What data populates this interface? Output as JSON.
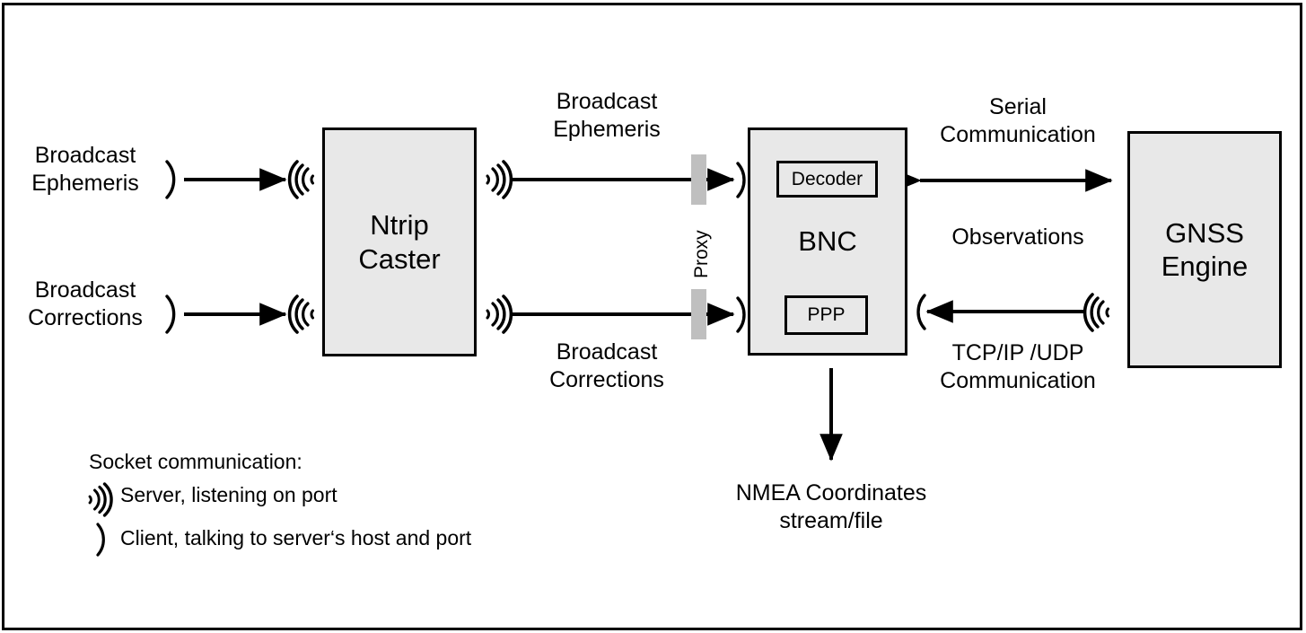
{
  "diagram": {
    "title": "BNC Ntrip Caster GNSS dataflow diagram",
    "colors": {
      "box_fill": "#e8e8e8",
      "box_stroke": "#000000",
      "proxy_bar": "#bfbfbf",
      "background": "#ffffff",
      "text": "#000000"
    }
  },
  "nodes": {
    "ntrip_caster": {
      "line1": "Ntrip",
      "line2": "Caster"
    },
    "bnc": {
      "label": "BNC",
      "decoder": "Decoder",
      "ppp": "PPP"
    },
    "gnss_engine": {
      "line1": "GNSS",
      "line2": "Engine"
    }
  },
  "inputs": {
    "ephemeris": {
      "line1": "Broadcast",
      "line2": "Ephemeris"
    },
    "corrections": {
      "line1": "Broadcast",
      "line2": "Corrections"
    }
  },
  "flows": {
    "caster_to_bnc_top": {
      "line1": "Broadcast",
      "line2": "Ephemeris"
    },
    "caster_to_bnc_bottom": {
      "line1": "Broadcast",
      "line2": "Corrections"
    },
    "proxy": "Proxy",
    "serial": {
      "line1": "Serial",
      "line2": "Communication"
    },
    "observations": "Observations",
    "tcpip": {
      "line1": "TCP/IP /UDP",
      "line2": "Communication"
    },
    "nmea": {
      "line1": "NMEA Coordinates",
      "line2": "stream/file"
    }
  },
  "legend": {
    "title": "Socket communication:",
    "server": "Server, listening on port",
    "client": "Client, talking to server‘s host and port"
  },
  "icons": {
    "signal_right": "signal-right-icon",
    "signal_left": "signal-left-icon",
    "client_paren": "client-paren-icon"
  }
}
